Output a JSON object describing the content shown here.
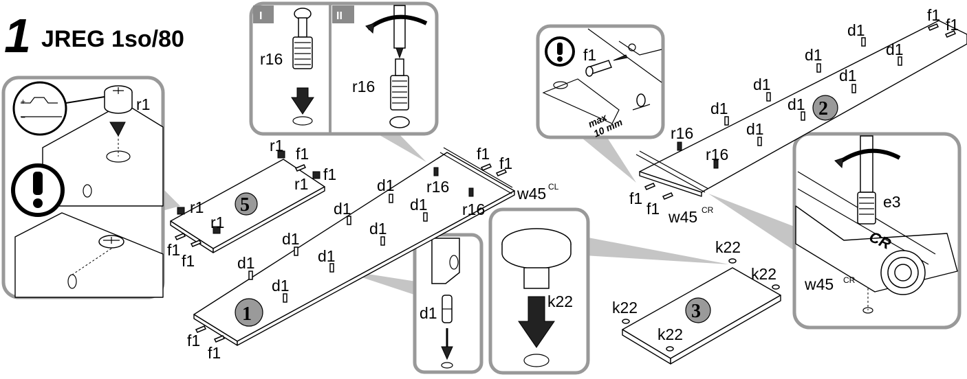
{
  "header": {
    "step_number": "1",
    "model_name": "JREG 1so/80"
  },
  "panels": {
    "cam_lock": {
      "part_label": "r1",
      "warning_icon": "exclamation-icon"
    },
    "screw_insert": {
      "step_one": "I",
      "step_two": "II",
      "part_label_one": "r16",
      "part_label_two": "r16"
    },
    "pin_detail": {
      "part_label": "f1",
      "max_text": "max",
      "depth_text": "10 mm",
      "warning_icon": "exclamation-icon"
    },
    "dowel_detail": {
      "part_label": "d1"
    },
    "glide_detail": {
      "part_label": "k22"
    },
    "rail_detail": {
      "tool_label": "e3",
      "rail_label": "w45",
      "rail_suffix": "CR",
      "rail_marking": "CR"
    }
  },
  "board_five": {
    "badge": "5",
    "labels": {
      "r1_top": "r1",
      "f1_top": "f1",
      "r1_right": "r1",
      "f1_right": "f1",
      "r1_left": "r1",
      "r1_bottom": "r1",
      "f1_bl1": "f1",
      "f1_bl2": "f1"
    }
  },
  "board_one": {
    "badge": "1",
    "labels": {
      "d1_a": "d1",
      "d1_b": "d1",
      "d1_c": "d1",
      "d1_d": "d1",
      "d1_e": "d1",
      "d1_f": "d1",
      "d1_g": "d1",
      "f1_a": "f1",
      "f1_b": "f1",
      "f1_c": "f1",
      "f1_d": "f1",
      "r16_a": "r16",
      "r16_b": "r16",
      "w45": "w45",
      "w45_suffix": "CL"
    }
  },
  "board_two": {
    "badge": "2",
    "labels": {
      "f1_a": "f1",
      "f1_b": "f1",
      "d1_a": "d1",
      "d1_b": "d1",
      "d1_c": "d1",
      "d1_d": "d1",
      "d1_e": "d1",
      "d1_f": "d1",
      "d1_g": "d1",
      "r16_a": "r16",
      "r16_b": "r16",
      "f1_c": "f1",
      "f1_d": "f1",
      "w45": "w45",
      "w45_suffix": "CR"
    }
  },
  "board_three": {
    "badge": "3",
    "labels": {
      "k22_a": "k22",
      "k22_b": "k22",
      "k22_c": "k22",
      "k22_d": "k22"
    }
  }
}
